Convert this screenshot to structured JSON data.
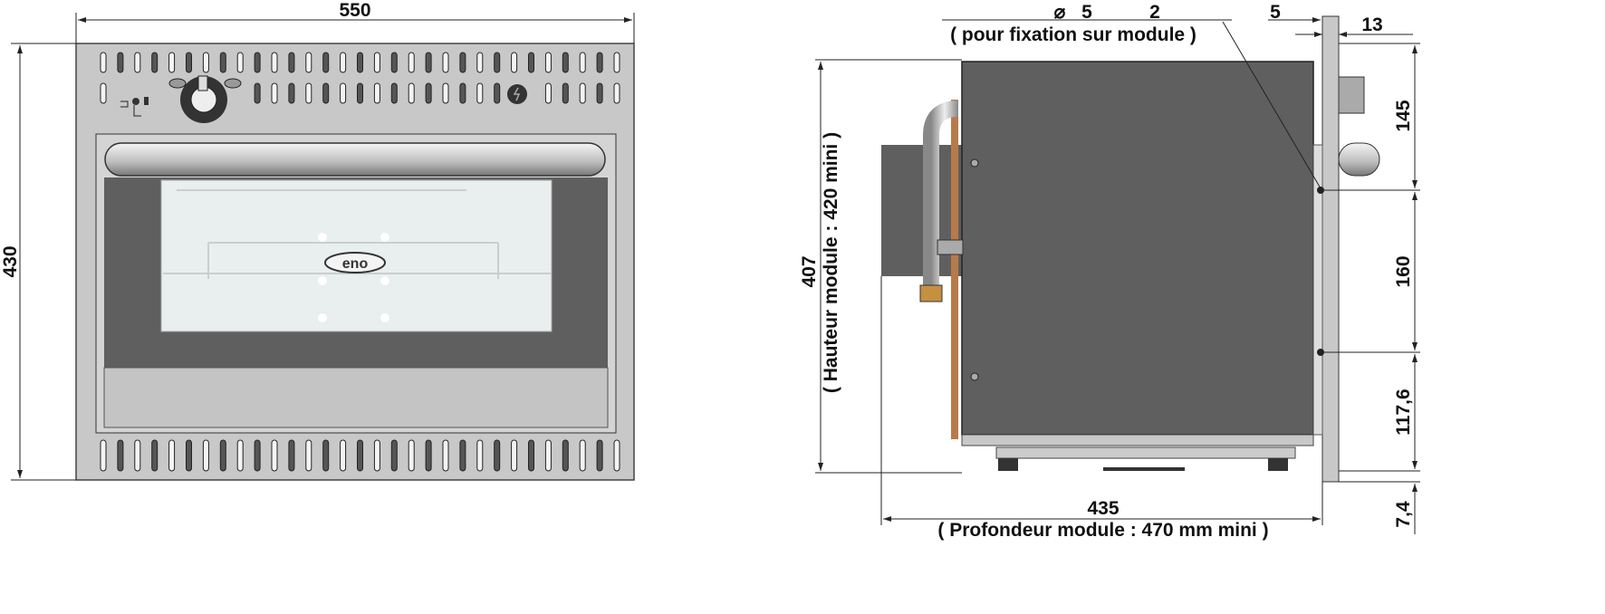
{
  "front_view": {
    "width_dim": "550",
    "height_dim": "430",
    "logo": "eno"
  },
  "side_view": {
    "fixing_hole_symbol": "⌀",
    "fixing_hole_diameter": "5",
    "fixing_hole_count": "2",
    "fixing_note": "( pour fixation sur module )",
    "plate_offset_dim": "5",
    "plate_thickness_dim": "13",
    "top_hole_dim": "145",
    "hole_spacing_dim": "160",
    "bottom_hole_dim": "117,6",
    "bottom_offset_dim": "7,4",
    "height_dim": "407",
    "height_note": "( Hauteur module : 420 mini )",
    "depth_dim": "435",
    "depth_note": "( Profondeur module : 470 mm mini )"
  },
  "colors": {
    "steel": "#c8c8c8",
    "dark": "#5f5f5f",
    "glass": "#e9eeee",
    "copper": "#b87a4a"
  }
}
